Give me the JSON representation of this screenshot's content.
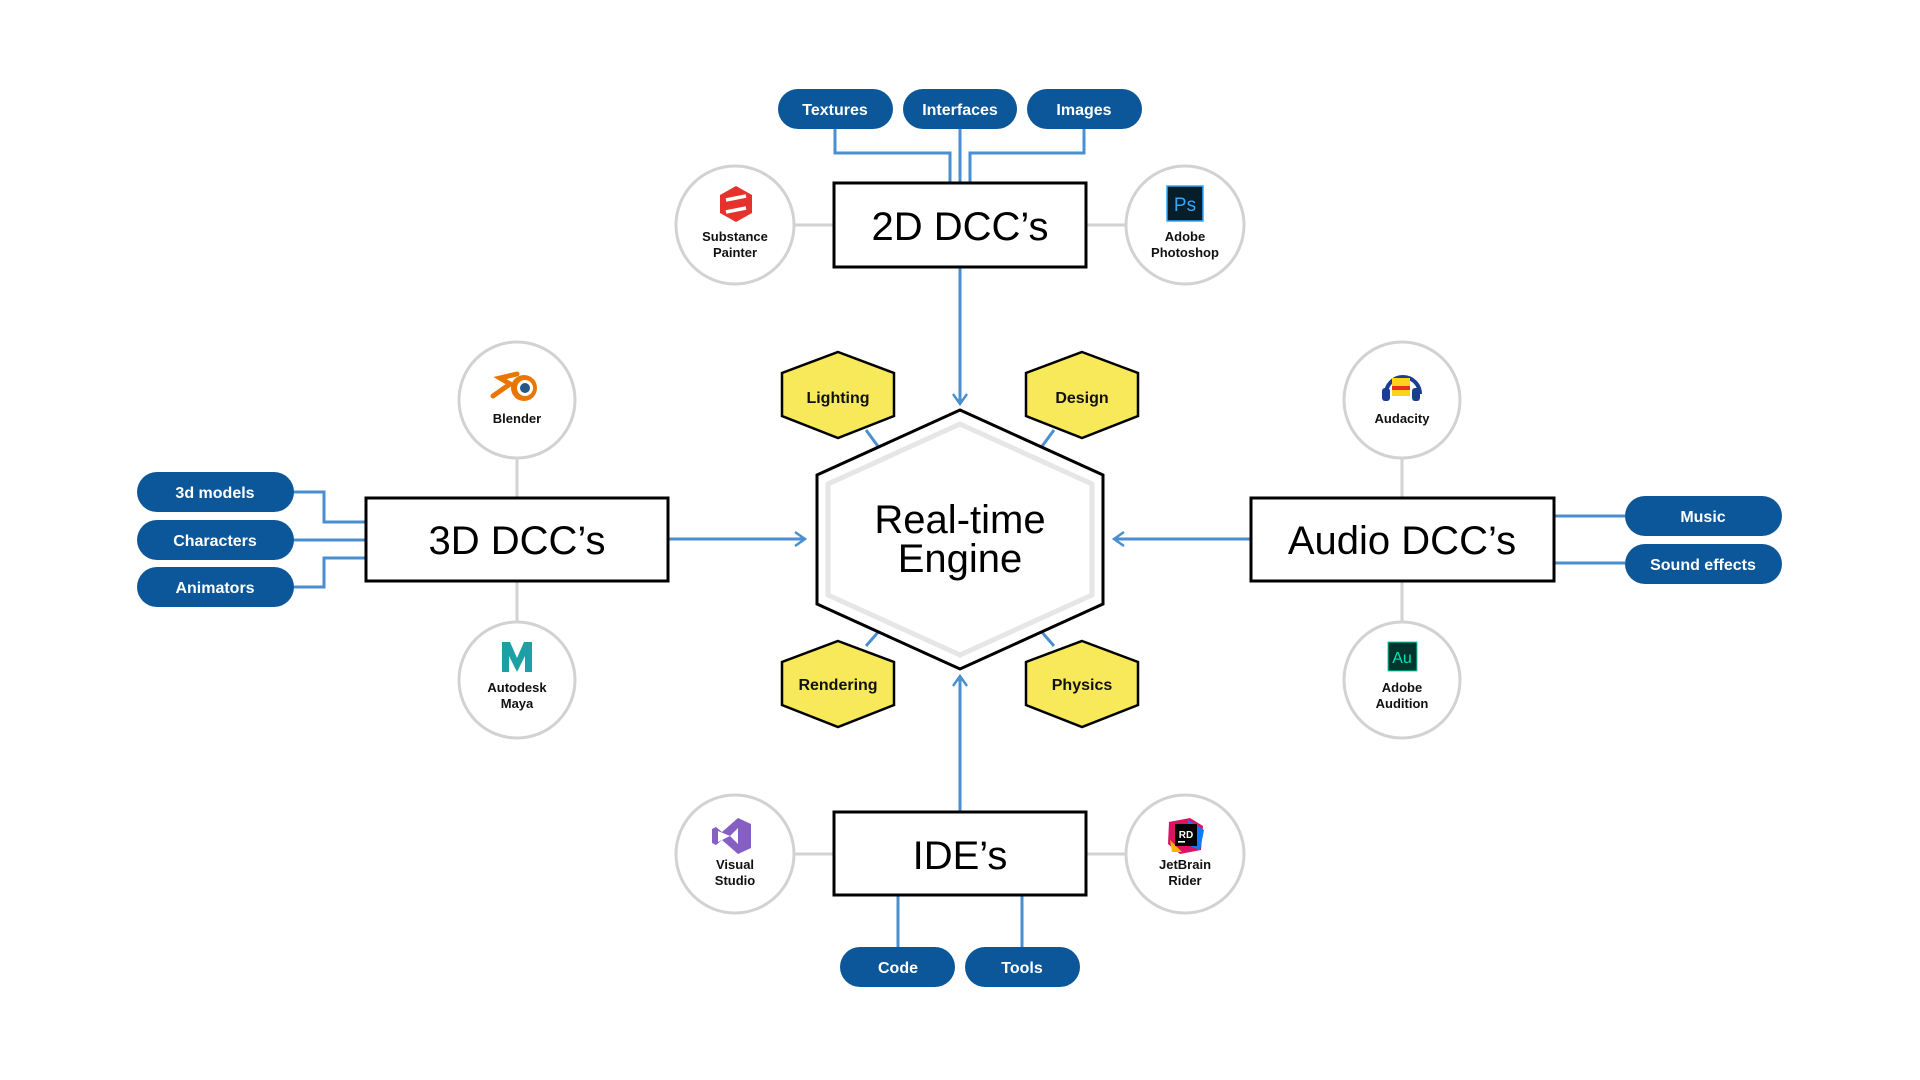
{
  "colors": {
    "pill_fill": "#0c5799",
    "connector": "#4a8fd0",
    "hex_fill": "#f7e95a",
    "circle_stroke": "#d2d2d2",
    "inner_hex_stroke": "#e6e6e6"
  },
  "core": {
    "line1": "Real-time",
    "line2": "Engine"
  },
  "features": {
    "lighting": "Lighting",
    "design": "Design",
    "rendering": "Rendering",
    "physics": "Physics"
  },
  "groups": {
    "dcc2d": {
      "title": "2D DCC’s",
      "outputs": [
        "Textures",
        "Interfaces",
        "Images"
      ],
      "tools": [
        {
          "icon": "substance-painter-icon",
          "line1": "Substance",
          "line2": "Painter"
        },
        {
          "icon": "photoshop-icon",
          "line1": "Adobe",
          "line2": "Photoshop",
          "badge": "Ps"
        }
      ]
    },
    "dcc3d": {
      "title": "3D DCC’s",
      "outputs": [
        "3d models",
        "Characters",
        "Animators"
      ],
      "tools": [
        {
          "icon": "blender-icon",
          "line1": "Blender",
          "line2": ""
        },
        {
          "icon": "maya-icon",
          "line1": "Autodesk",
          "line2": "Maya",
          "badge": "M"
        }
      ]
    },
    "audio": {
      "title": "Audio DCC’s",
      "outputs": [
        "Music",
        "Sound effects"
      ],
      "tools": [
        {
          "icon": "audacity-icon",
          "line1": "Audacity",
          "line2": ""
        },
        {
          "icon": "audition-icon",
          "line1": "Adobe",
          "line2": "Audition",
          "badge": "Au"
        }
      ]
    },
    "ide": {
      "title": "IDE’s",
      "outputs": [
        "Code",
        "Tools"
      ],
      "tools": [
        {
          "icon": "visual-studio-icon",
          "line1": "Visual",
          "line2": "Studio"
        },
        {
          "icon": "rider-icon",
          "line1": "JetBrain",
          "line2": "Rider",
          "badge": "RD"
        }
      ]
    }
  }
}
